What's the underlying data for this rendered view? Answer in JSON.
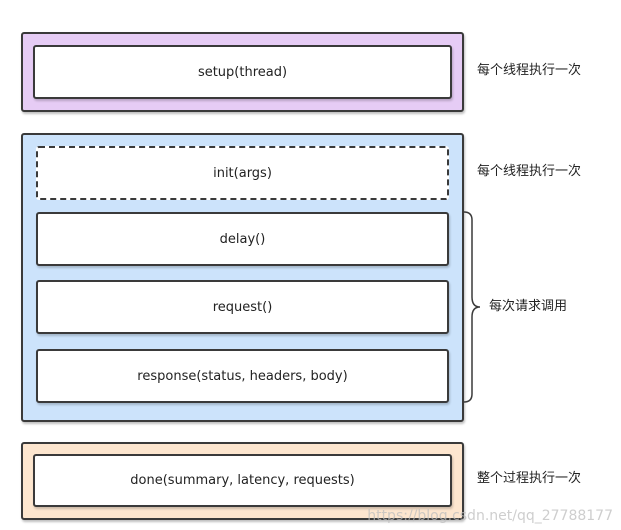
{
  "colors": {
    "setup_group_fill": "#e6ccf5",
    "vu_group_fill": "#cce3fb",
    "done_group_fill": "#fde6cf",
    "border": "#3a3a3a",
    "box_fill": "#ffffff"
  },
  "setup": {
    "label": "setup(thread)",
    "note": "每个线程执行一次"
  },
  "vu": {
    "init_label": "init(args)",
    "init_note": "每个线程执行一次",
    "delay_label": "delay()",
    "request_label": "request()",
    "response_label": "response(status, headers, body)",
    "per_request_note": "每次请求调用"
  },
  "done": {
    "label": "done(summary, latency, requests)",
    "note": "整个过程执行一次"
  },
  "watermark": "https://blog.csdn.net/qq_27788177"
}
